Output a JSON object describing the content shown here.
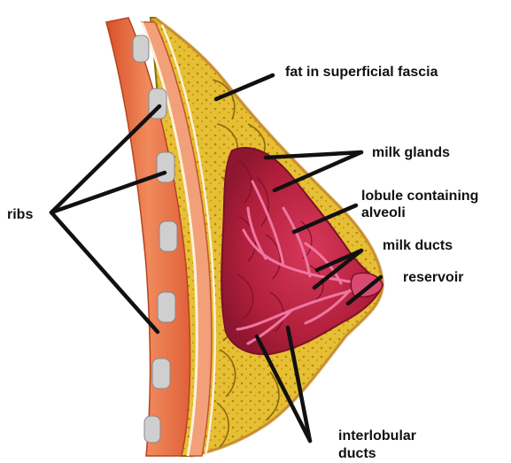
{
  "labels": {
    "ribs": "ribs",
    "fat": "fat in superficial fascia",
    "milk_glands": "milk glands",
    "lobule_line1": "lobule containing",
    "lobule_line2": "alveoli",
    "milk_ducts": "milk ducts",
    "reservoir": "reservoir",
    "interlobular_line1": "interlobular",
    "interlobular_line2": "ducts"
  },
  "colors": {
    "fat_yellow": "#e9c43a",
    "fat_dark": "#b8860b",
    "muscle_orange": "#e4643a",
    "muscle_light": "#f39a6d",
    "gland_red": "#b51f3c",
    "duct_pink": "#ea6f9a",
    "rib_gray": "#c9c9c9",
    "label_black": "#111111"
  }
}
